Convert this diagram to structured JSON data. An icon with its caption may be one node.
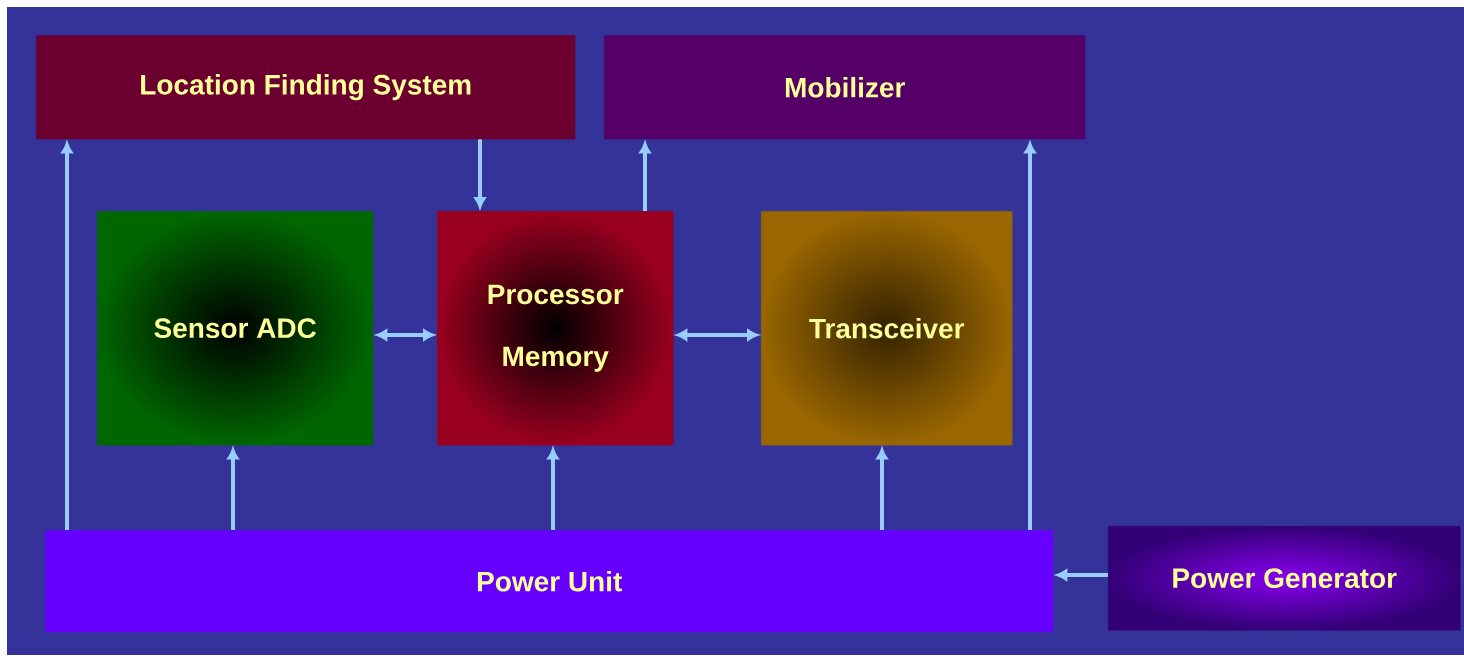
{
  "diagram": {
    "nodes": [
      {
        "text": [
          "Location Finding System"
        ]
      },
      {
        "text": [
          "Mobilizer"
        ]
      },
      {
        "text": [
          "Sensor ADC"
        ]
      },
      {
        "text": [
          "Processor",
          "Memory"
        ]
      },
      {
        "text": [
          "Transceiver"
        ]
      },
      {
        "text": [
          "Power Unit"
        ]
      },
      {
        "text": [
          "Power Generator"
        ]
      }
    ],
    "edges": [
      {
        "from": 5,
        "to": 0,
        "arrow": "to"
      },
      {
        "from": 0,
        "to": 3,
        "arrow": "to"
      },
      {
        "from": 3,
        "to": 1,
        "arrow": "to"
      },
      {
        "from": 5,
        "to": 1,
        "arrow": "to"
      },
      {
        "from": 2,
        "to": 3,
        "arrow": "both"
      },
      {
        "from": 3,
        "to": 4,
        "arrow": "both"
      },
      {
        "from": 5,
        "to": 2,
        "arrow": "to"
      },
      {
        "from": 5,
        "to": 3,
        "arrow": "to"
      },
      {
        "from": 5,
        "to": 4,
        "arrow": "to"
      },
      {
        "from": 6,
        "to": 5,
        "arrow": "to"
      }
    ]
  }
}
